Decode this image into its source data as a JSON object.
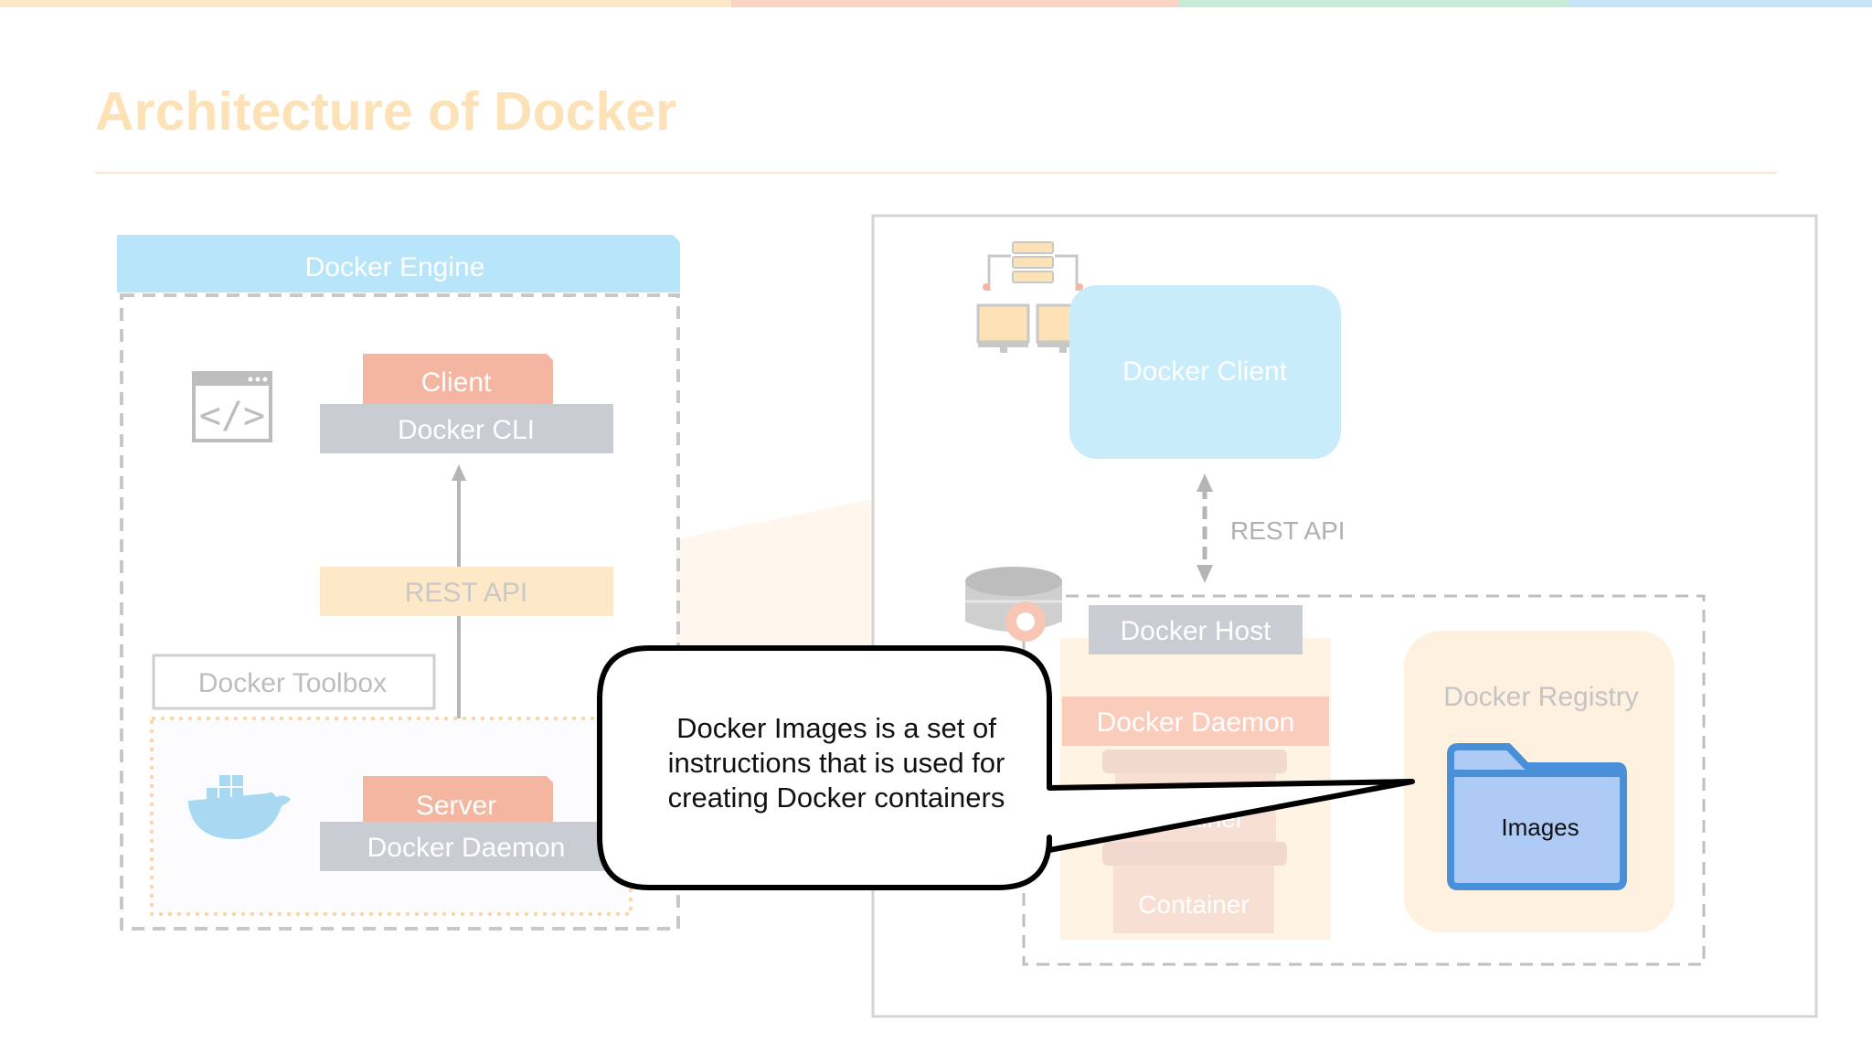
{
  "slide": {
    "title": "Architecture of Docker"
  },
  "engine": {
    "header": "Docker Engine",
    "client_label": "Client",
    "cli_label": "Docker CLI",
    "rest_api_label": "REST API",
    "toolbox_label": "Docker Toolbox",
    "server_label": "Server",
    "daemon_label": "Docker Daemon"
  },
  "host_panel": {
    "client_label": "Docker Client",
    "rest_api_label": "REST API",
    "host_label": "Docker Host",
    "daemon_label": "Docker Daemon",
    "container_partial": "ainer",
    "container_label": "Container",
    "registry_label": "Docker Registry",
    "images_label": "Images"
  },
  "callout": {
    "text": "Docker Images is a set of instructions that is used for creating Docker containers"
  },
  "colors": {
    "accent_orange": "#fde2b7",
    "blue_light": "#b8e5f9",
    "salmon": "#f4b6a0",
    "gray": "#c9ccd2",
    "folder_blue": "#4a90d9",
    "folder_fill": "#aecbf6"
  }
}
